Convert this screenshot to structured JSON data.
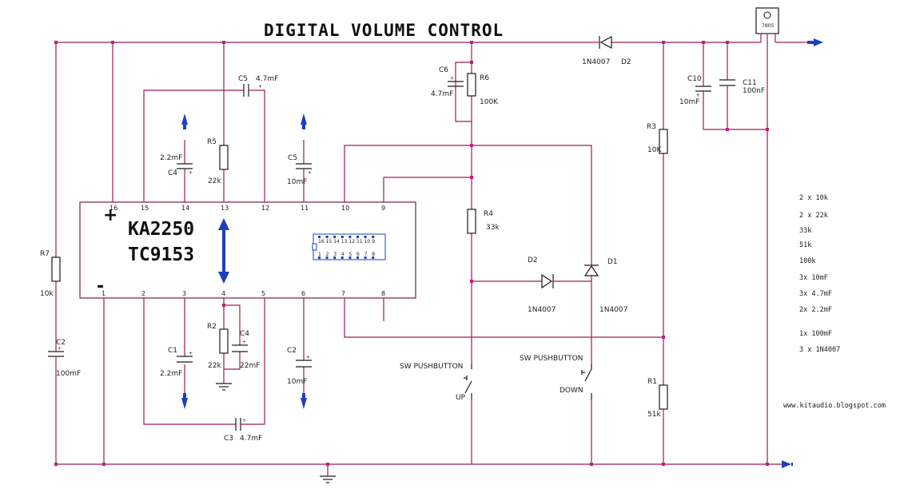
{
  "title": "DIGITAL VOLUME CONTROL",
  "ic": {
    "names": [
      "KA2250",
      "TC9153"
    ],
    "plus": "+",
    "minus": "-",
    "pins_top": [
      "16",
      "15",
      "14",
      "13",
      "12",
      "11",
      "10",
      "9"
    ],
    "pins_bottom": [
      "1",
      "2",
      "3",
      "4",
      "5",
      "6",
      "7",
      "8"
    ],
    "dip_pins_top": [
      "16",
      "15",
      "14",
      "13",
      "12",
      "11",
      "10",
      "9"
    ],
    "dip_pins_bottom": [
      "1",
      "2",
      "3",
      "4",
      "5",
      "6",
      "7",
      "8"
    ]
  },
  "components": {
    "c5a": {
      "ref": "C5",
      "value": "4.7mF"
    },
    "c4a": {
      "ref": "C4",
      "value": "2.2mF"
    },
    "r5": {
      "ref": "R5",
      "value": "22k"
    },
    "c5b": {
      "ref": "C5",
      "value": "10mF"
    },
    "c6": {
      "ref": "C6",
      "value": "4.7mF"
    },
    "r6": {
      "ref": "R6",
      "value": "100K"
    },
    "d2top": {
      "ref": "D2",
      "value": "1N4007"
    },
    "reg": {
      "ref": "7805"
    },
    "c10": {
      "ref": "C10",
      "value": "10mF"
    },
    "c11": {
      "ref": "C11",
      "value": "100nF"
    },
    "r3": {
      "ref": "R3",
      "value": "10K"
    },
    "r4": {
      "ref": "R4",
      "value": "33k"
    },
    "d2mid": {
      "ref": "D2",
      "value": "1N4007"
    },
    "d1": {
      "ref": "D1",
      "value": "1N4007"
    },
    "r7": {
      "ref": "R7",
      "value": "10k"
    },
    "c2a": {
      "ref": "C2",
      "value": "100mF"
    },
    "c1": {
      "ref": "C1",
      "value": "2.2mF"
    },
    "r2": {
      "ref": "R2",
      "value": "22k"
    },
    "c4b": {
      "ref": "C4",
      "value": "22mF"
    },
    "c2b": {
      "ref": "C2",
      "value": "10mF"
    },
    "c3": {
      "ref": "C3",
      "value": "4.7mF"
    },
    "r1": {
      "ref": "R1",
      "value": "51k"
    },
    "sw_up": {
      "type": "SW PUSHBUTTON",
      "label": "UP"
    },
    "sw_down": {
      "type": "SW PUSHBUTTON",
      "label": "DOWN"
    }
  },
  "bom": [
    "2 x 10k",
    "2 x 22k",
    "33k",
    "51k",
    "100k",
    "3x 10mF",
    "3x 4.7mF",
    "2x 2.2mF",
    "1x 100mF",
    "3 x 1N4007"
  ],
  "website": "www.kitaudio.blogspot.com",
  "colors": {
    "wire": "#9b1c5a",
    "arrow": "#1b3fbf",
    "junction": "#c21e74"
  }
}
